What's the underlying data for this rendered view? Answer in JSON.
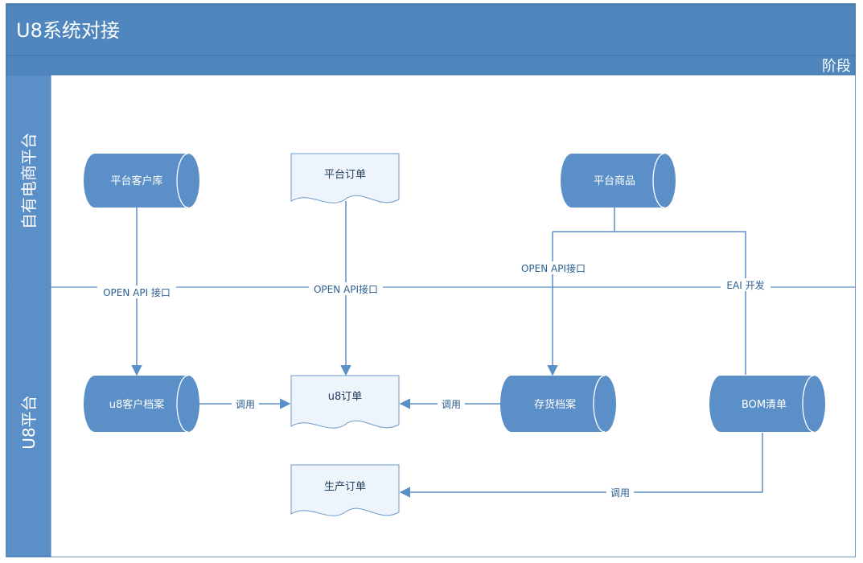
{
  "header": {
    "title": "U8系统对接"
  },
  "phase": {
    "label": "阶段"
  },
  "lanes": [
    {
      "id": "ecommerce",
      "label": "自有电商平台"
    },
    {
      "id": "u8",
      "label": "U8平台"
    }
  ],
  "nodes": {
    "platform_customers": {
      "label": "平台客户库",
      "shape": "storage"
    },
    "platform_orders": {
      "label": "平台订单",
      "shape": "document"
    },
    "platform_products": {
      "label": "平台商品",
      "shape": "storage"
    },
    "u8_customer_archive": {
      "label": "u8客户档案",
      "shape": "storage"
    },
    "u8_orders": {
      "label": "u8订单",
      "shape": "document"
    },
    "inventory_archive": {
      "label": "存货档案",
      "shape": "storage"
    },
    "bom_list": {
      "label": "BOM清单",
      "shape": "storage"
    },
    "production_orders": {
      "label": "生产订单",
      "shape": "document"
    }
  },
  "edges": [
    {
      "from": "platform_customers",
      "to": "u8_customer_archive",
      "label": "OPEN API 接口"
    },
    {
      "from": "platform_orders",
      "to": "u8_orders",
      "label": "OPEN API接口"
    },
    {
      "from": "platform_products",
      "to": "inventory_archive",
      "label": "OPEN API接口"
    },
    {
      "from": "platform_products",
      "to": "bom_list",
      "label": "EAI 开发"
    },
    {
      "from": "u8_customer_archive",
      "to": "u8_orders",
      "label": "调用"
    },
    {
      "from": "inventory_archive",
      "to": "u8_orders",
      "label": "调用"
    },
    {
      "from": "bom_list",
      "to": "production_orders",
      "label": "调用"
    }
  ],
  "colors": {
    "header": "#4f86bd",
    "header_border": "#3f6f9f",
    "lane": "#5b8fc7",
    "node_fill": "#5b8fc7",
    "node_cap": "#ffffff",
    "doc_fill": "#eef4fb",
    "line": "#5b8fc7",
    "border": "#6f9acb"
  }
}
